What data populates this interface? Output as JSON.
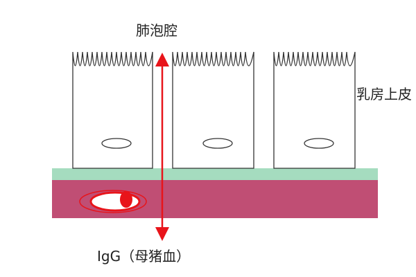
{
  "labels": {
    "top": "肺泡腔",
    "right": "乳房上皮",
    "bottom": "IgG（母猪血）"
  },
  "colors": {
    "membrane": "#a5dcbf",
    "tissue": "#c04e74",
    "arrow": "#e8141a",
    "cell_fill": "#ffffff",
    "outline": "#333333"
  },
  "cells": [
    {
      "name": "epithelial-cell-1"
    },
    {
      "name": "epithelial-cell-2"
    },
    {
      "name": "epithelial-cell-3"
    }
  ]
}
